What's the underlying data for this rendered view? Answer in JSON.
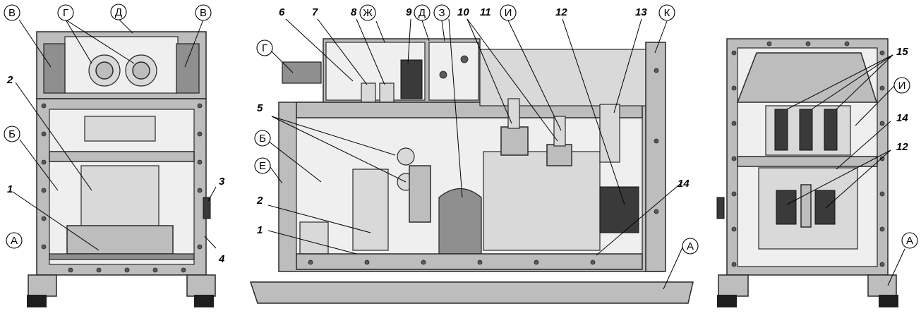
{
  "labels": {
    "A": "А",
    "B": "Б",
    "V": "В",
    "G": "Г",
    "D": "Д",
    "E": "Е",
    "Zh": "Ж",
    "Z": "З",
    "I": "И",
    "K": "К"
  },
  "numbers": {
    "n1": "1",
    "n2": "2",
    "n3": "3",
    "n4": "4",
    "n5": "5",
    "n6": "6",
    "n7": "7",
    "n8": "8",
    "n9": "9",
    "n10": "10",
    "n11": "11",
    "n12": "12",
    "n13": "13",
    "n14": "14",
    "n15": "15"
  }
}
